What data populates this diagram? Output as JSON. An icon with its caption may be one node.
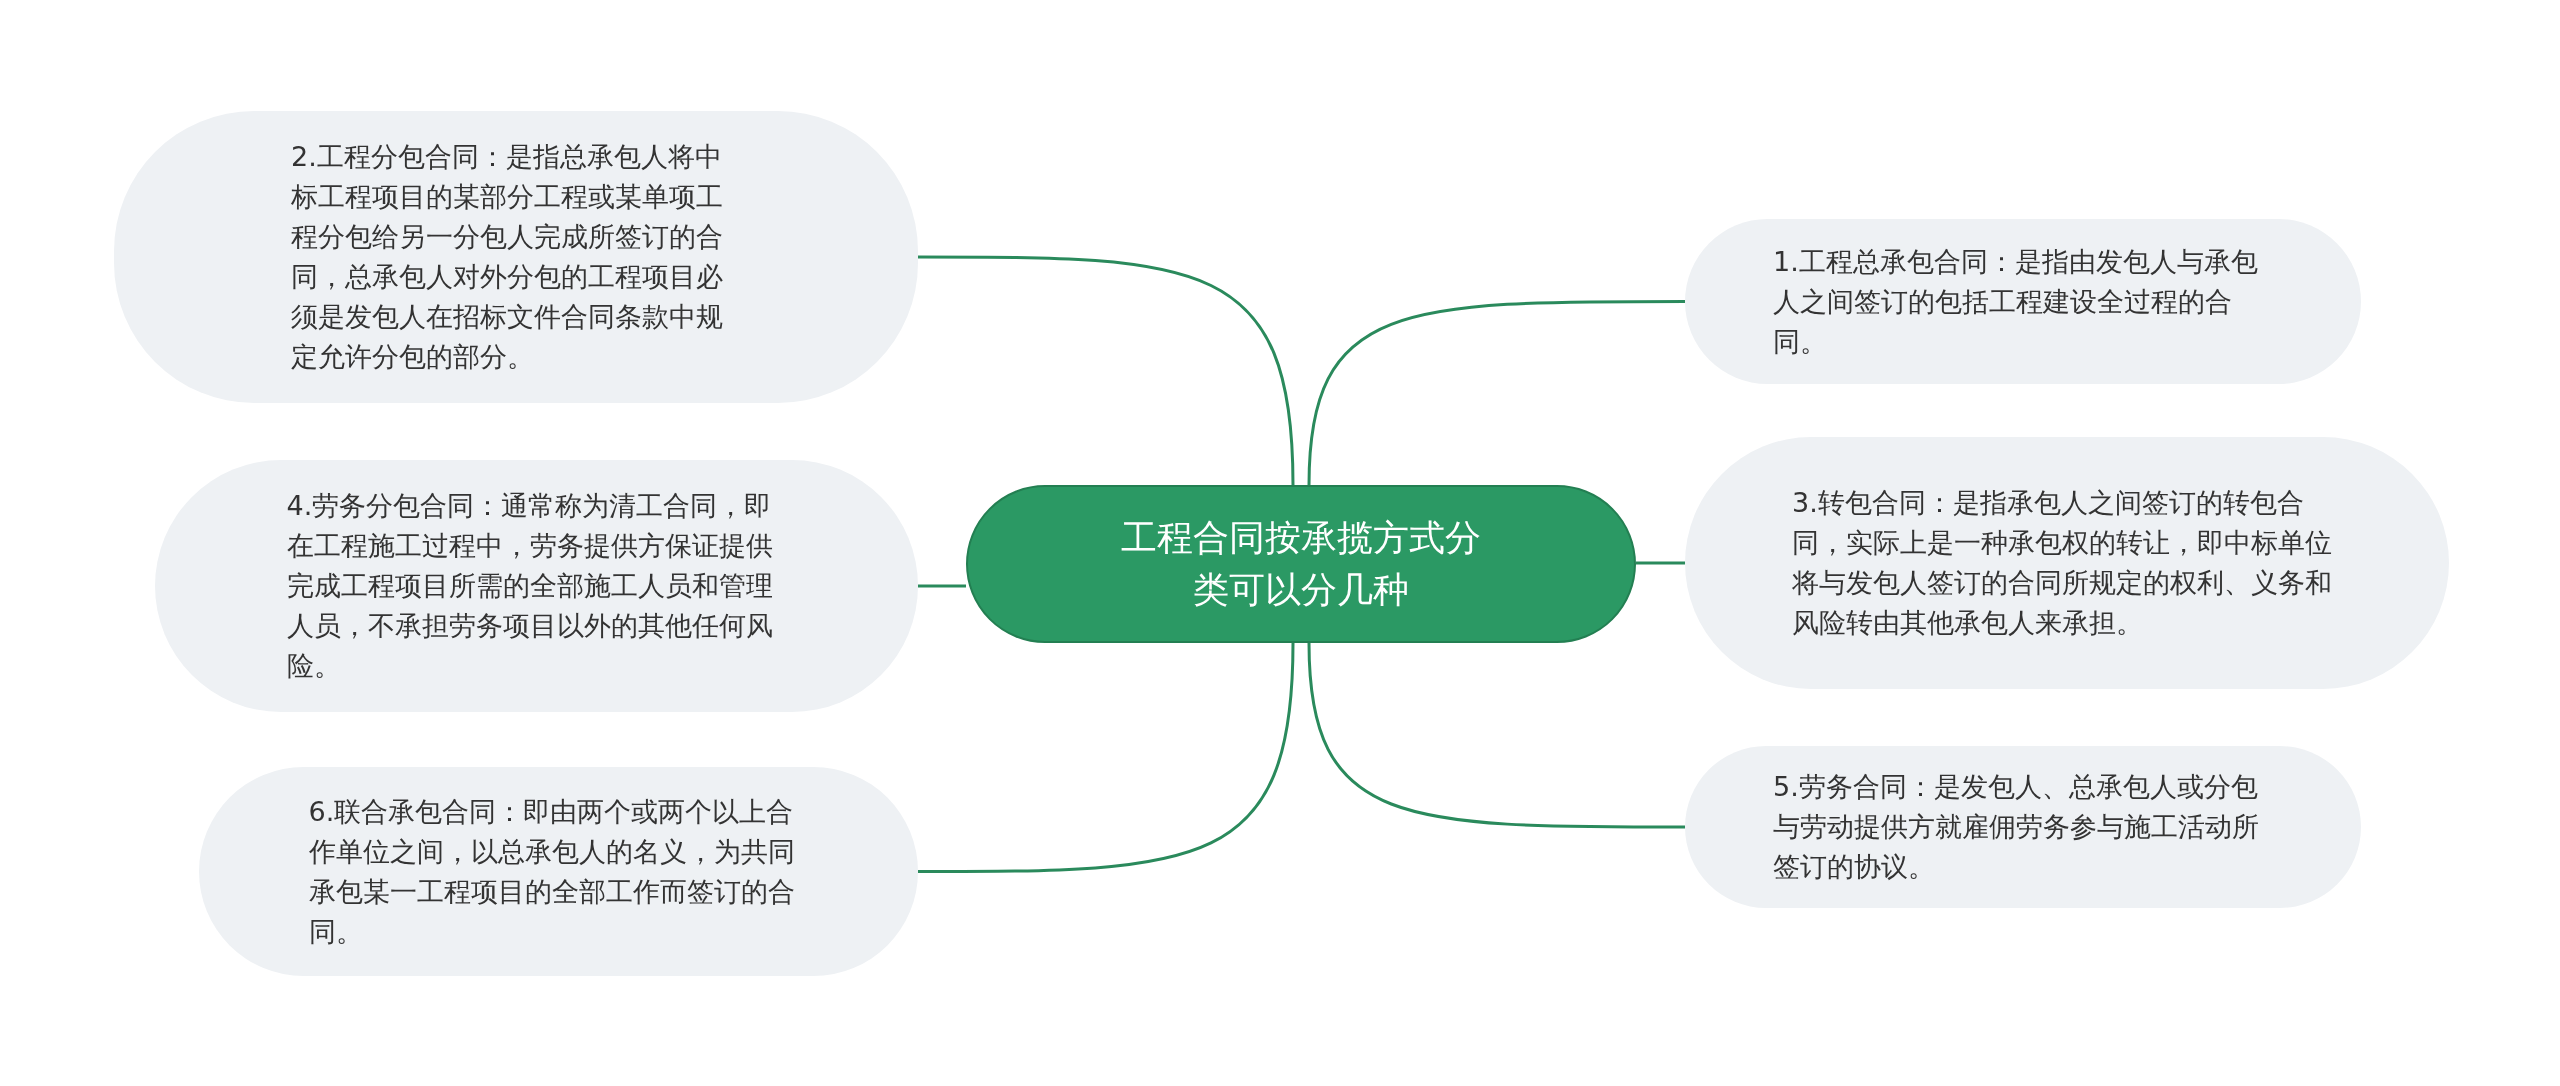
{
  "diagram": {
    "nodes": [
      {
        "text": [
          "工程合同按承揽方式分类可以分几种"
        ]
      },
      {
        "text": [
          "1.工程总承包合同：是指由发包人与承包人之间签订的包括工程建设全过程的合同。"
        ]
      },
      {
        "text": [
          "2.工程分包合同：是指总承包人将中标工程项目的某部分工程或某单项工程分包给另一分包人完成所签订的合同，总承包人对外分包的工程项目必须是发包人在招标文件合同条款中规定允许分包的部分。"
        ]
      },
      {
        "text": [
          "3.转包合同：是指承包人之间签订的转包合同，实际上是一种承包权的转让，即中标单位将与发包人签订的合同所规定的权利、义务和风险转由其他承包人来承担。"
        ]
      },
      {
        "text": [
          "4.劳务分包合同：通常称为清工合同，即在工程施工过程中，劳务提供方保证提供完成工程项目所需的全部施工人员和管理人员，不承担劳务项目以外的其他任何风险。"
        ]
      },
      {
        "text": [
          "5.劳务合同：是发包人、总承包人或分包与劳动提供方就雇佣劳务参与施工活动所签订的协议。"
        ]
      },
      {
        "text": [
          "6.联合承包合同：即由两个或两个以上合作单位之间，以总承包人的名义，为共同承包某一工程项目的全部工作而签订的合同。"
        ]
      }
    ],
    "edges": [
      {
        "from": 0,
        "to": 1,
        "arrow": "none"
      },
      {
        "from": 0,
        "to": 2,
        "arrow": "none"
      },
      {
        "from": 0,
        "to": 3,
        "arrow": "none"
      },
      {
        "from": 0,
        "to": 4,
        "arrow": "none"
      },
      {
        "from": 0,
        "to": 5,
        "arrow": "none"
      },
      {
        "from": 0,
        "to": 6,
        "arrow": "none"
      }
    ]
  }
}
